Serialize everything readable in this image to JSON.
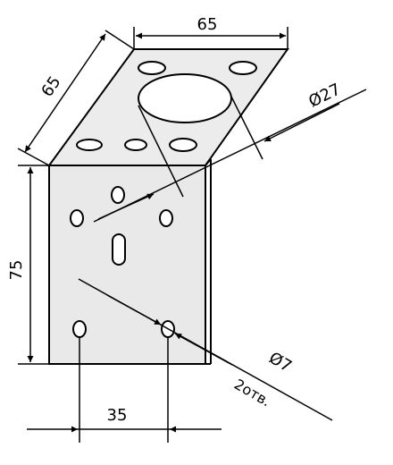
{
  "dimensions": {
    "top_width": "65",
    "slant_depth": "65",
    "big_hole_diameter": "Ø27",
    "height": "75",
    "small_hole_diameter": "Ø7",
    "hole_count_note": "2отв.",
    "hole_spacing": "35"
  },
  "colors": {
    "line": "#000000",
    "metal_fill": "#e8e8e8",
    "background": "#ffffff"
  }
}
